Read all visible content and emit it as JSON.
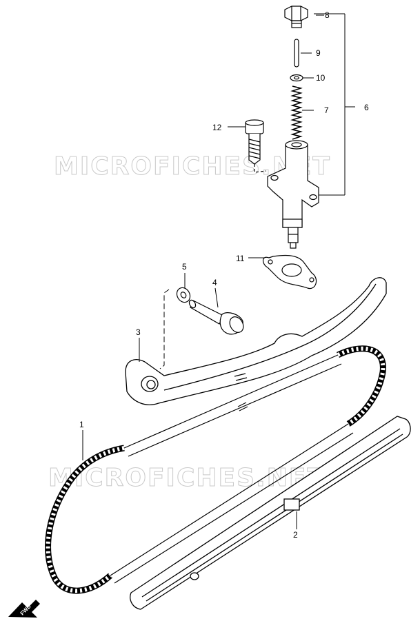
{
  "watermark": "MICROFICHES.NET",
  "fwd_label": "FWD",
  "callouts": [
    {
      "id": "1",
      "label": "1"
    },
    {
      "id": "2",
      "label": "2"
    },
    {
      "id": "3",
      "label": "3"
    },
    {
      "id": "4",
      "label": "4"
    },
    {
      "id": "5",
      "label": "5"
    },
    {
      "id": "6",
      "label": "6"
    },
    {
      "id": "7",
      "label": "7"
    },
    {
      "id": "8",
      "label": "8"
    },
    {
      "id": "9",
      "label": "9"
    },
    {
      "id": "10",
      "label": "10"
    },
    {
      "id": "11",
      "label": "11"
    },
    {
      "id": "12",
      "label": "12"
    }
  ]
}
